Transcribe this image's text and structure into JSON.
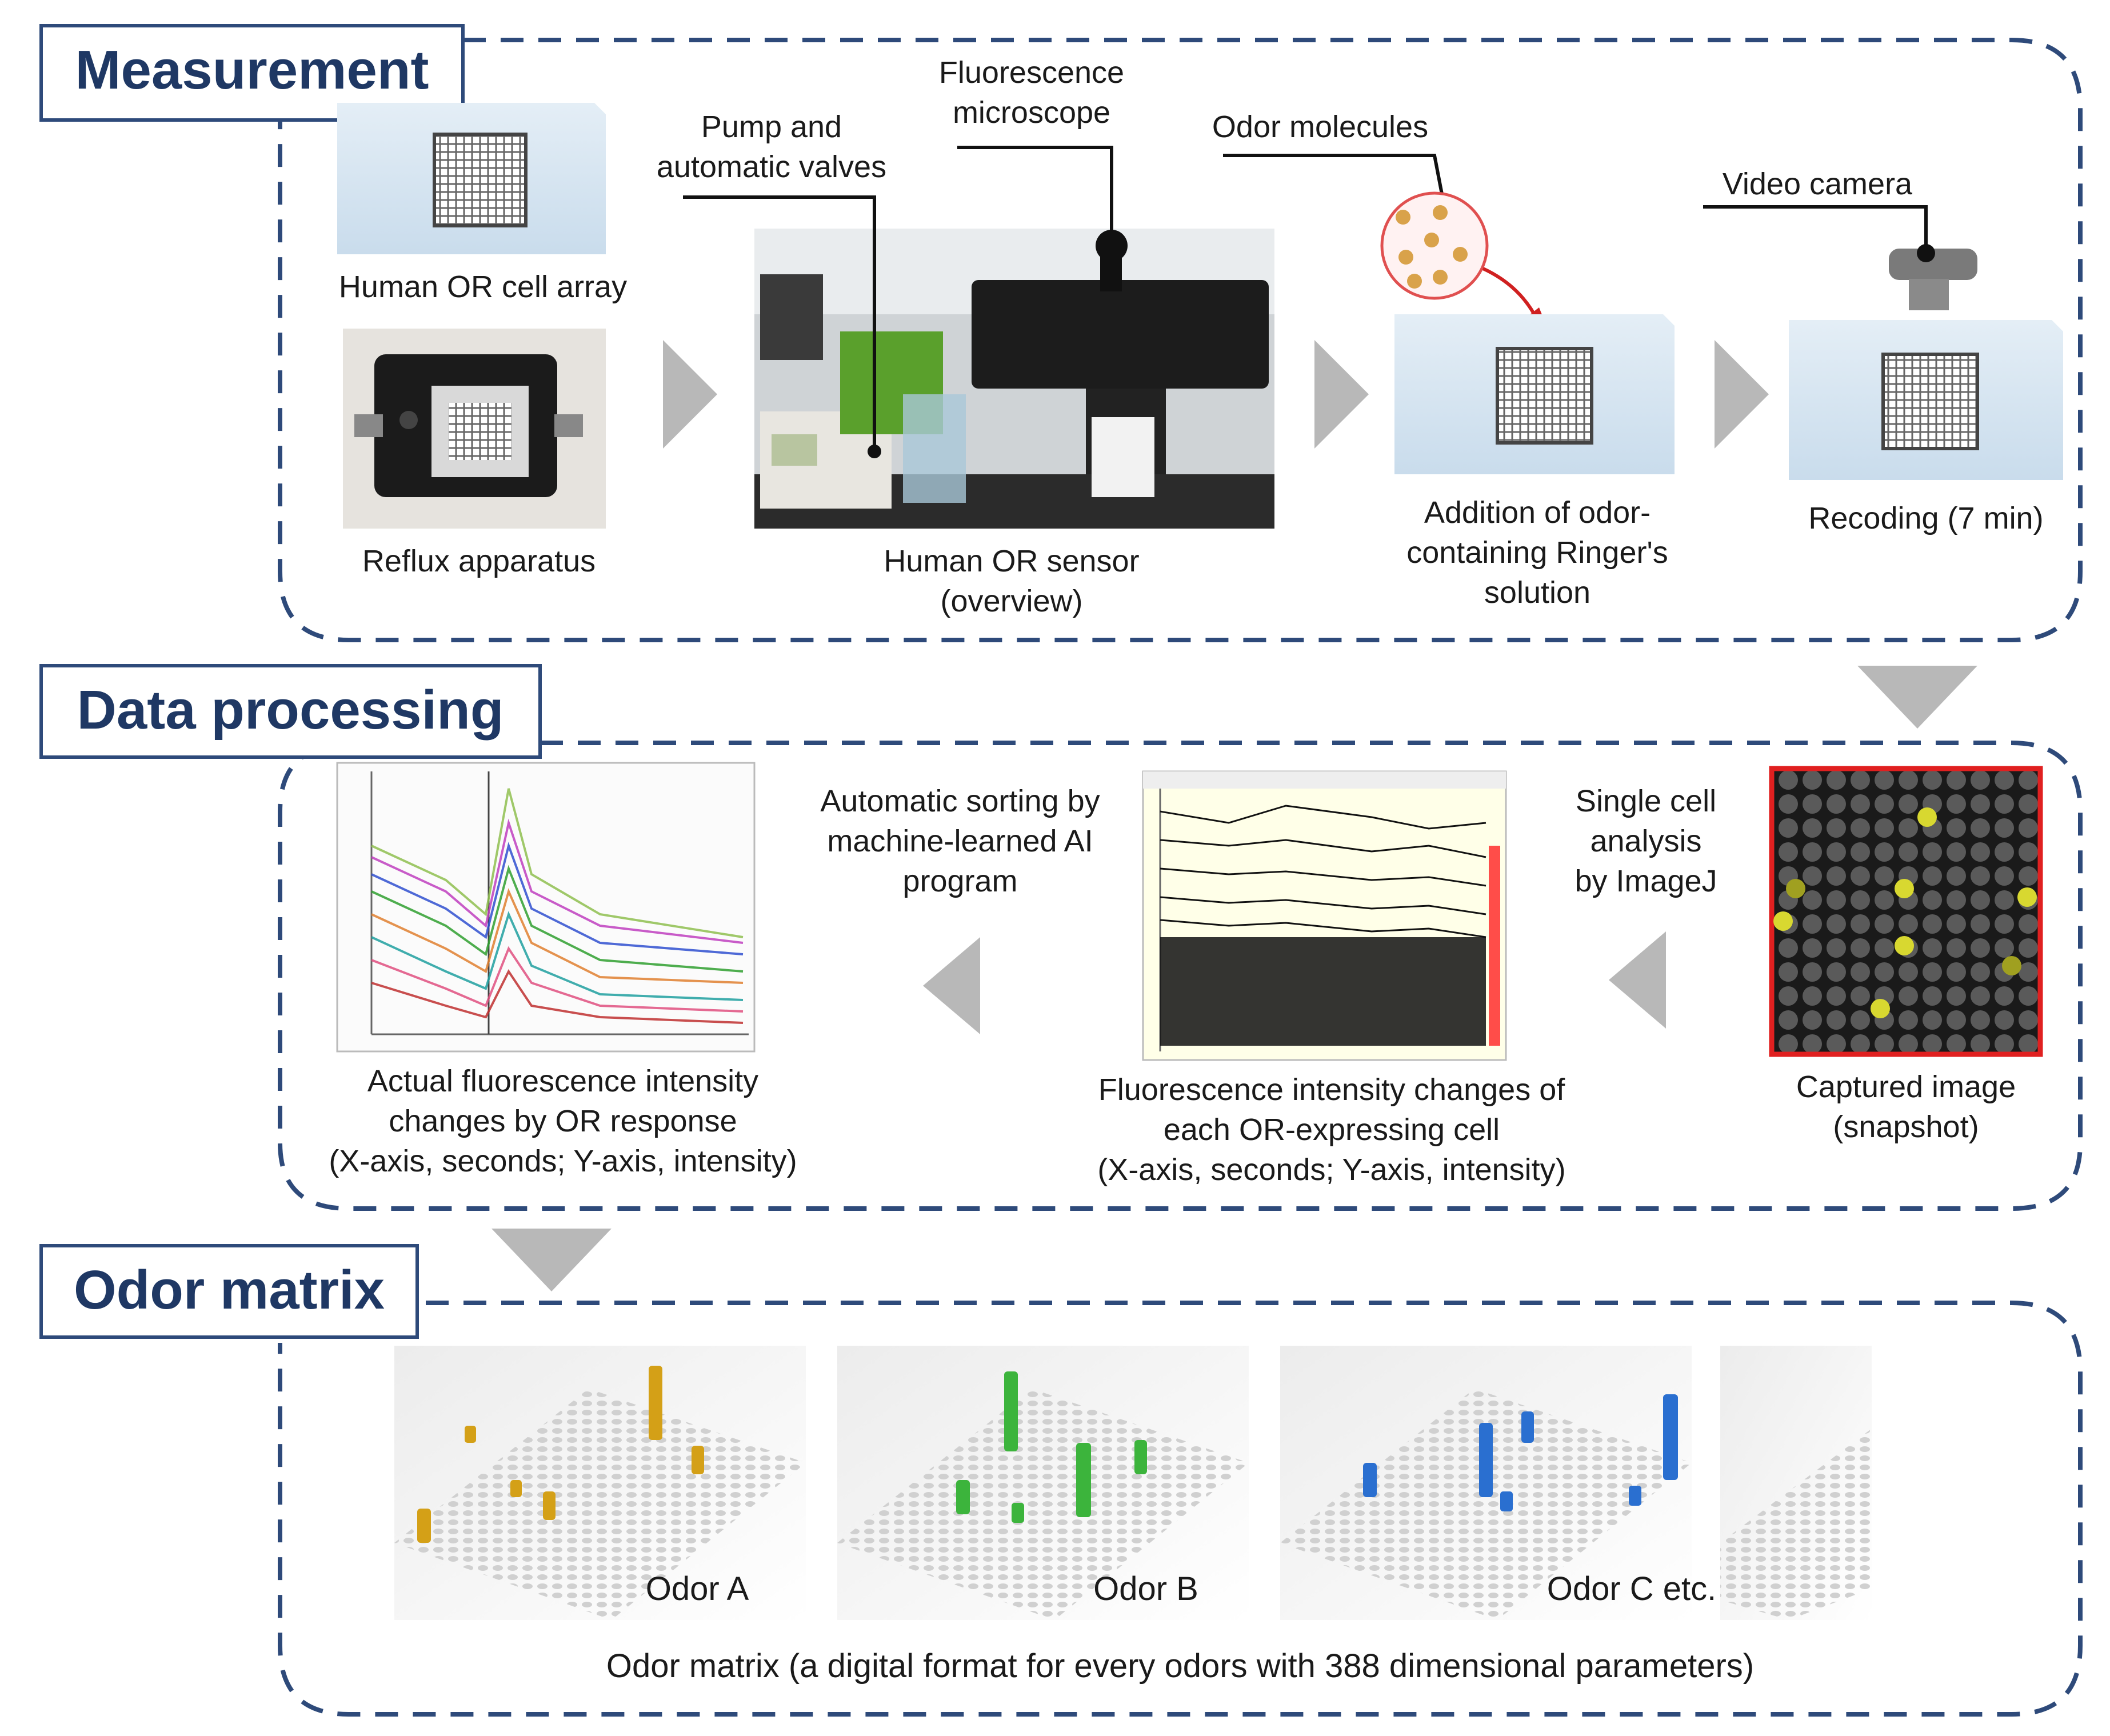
{
  "sections": {
    "measurement": "Measurement",
    "data_processing": "Data processing",
    "odor_matrix": "Odor matrix"
  },
  "measurement": {
    "cell_array": "Human OR cell array",
    "reflux": "Reflux apparatus",
    "pump": [
      "Pump and",
      "automatic valves"
    ],
    "microscope": [
      "Fluorescence",
      "microscope"
    ],
    "sensor": [
      "Human OR sensor",
      "(overview)"
    ],
    "odor_molecules": "Odor molecules",
    "addition": [
      "Addition of odor-",
      "containing Ringer's",
      "solution"
    ],
    "video_camera": "Video camera",
    "recording": "Recoding (7 min)"
  },
  "processing": {
    "actual": [
      "Actual fluorescence intensity",
      "changes by OR response",
      "(X-axis, seconds; Y-axis, intensity)"
    ],
    "sorting": [
      "Automatic sorting by",
      "machine-learned AI",
      "program"
    ],
    "each_cell": [
      "Fluorescence intensity changes of",
      "each OR-expressing cell",
      "(X-axis, seconds; Y-axis, intensity)"
    ],
    "single_cell": [
      "Single cell",
      "analysis",
      "by ImageJ"
    ],
    "captured": [
      "Captured image",
      "(snapshot)"
    ]
  },
  "matrix": {
    "odor_a": "Odor A",
    "odor_b": "Odor B",
    "odor_c": "Odor C etc.",
    "caption": "Odor matrix (a digital format for every odors with 388 dimensional parameters)"
  },
  "colors": {
    "title_text": "#1f3864",
    "dashed_border": "#2e4a7a",
    "arrow": "#b8b8b8",
    "odor_a": "#d4a017",
    "odor_b": "#3cb43c",
    "odor_c": "#2a6fd0",
    "snapshot_border": "#e02020"
  }
}
